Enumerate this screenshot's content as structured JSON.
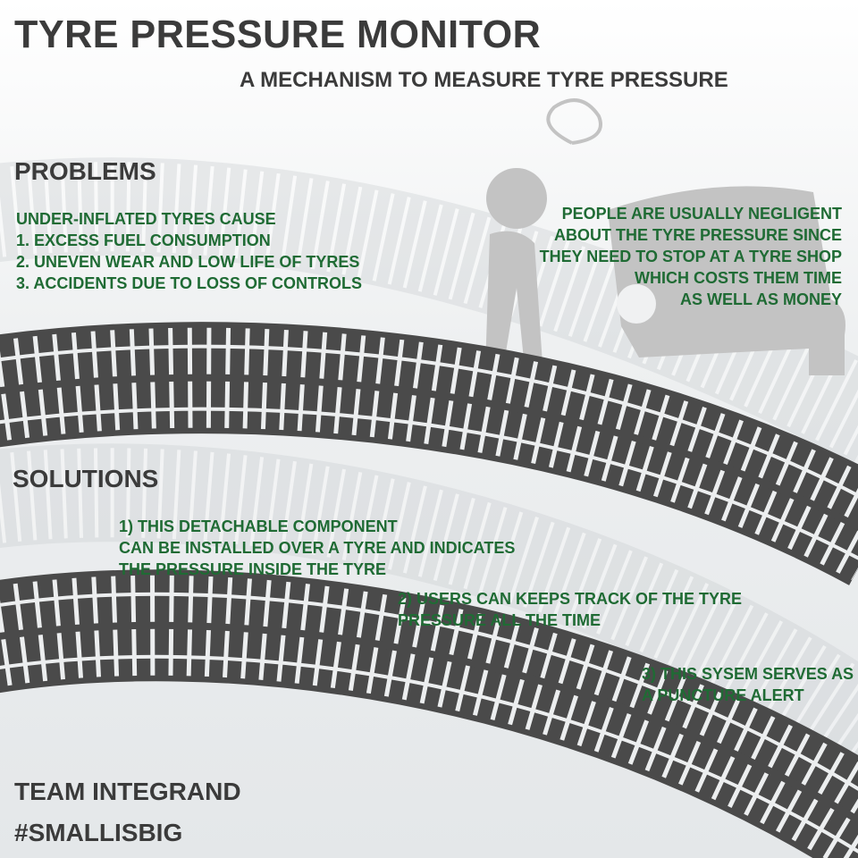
{
  "header": {
    "title": "Tyre Pressure Monitor",
    "subtitle": "A mechanism to measure tyre pressure"
  },
  "problems": {
    "heading": "Problems",
    "lines": [
      "Under-inflated tyres cause",
      "1. Excess fuel consumption",
      "2. Uneven wear and low life of tyres",
      "3. Accidents due to loss of controls"
    ],
    "side_lines": [
      "People are usually negligent",
      "about the tyre pressure since",
      "they need to stop at a tyre shop",
      "which costs them time",
      "as well as money"
    ]
  },
  "solutions": {
    "heading": "Solutions",
    "item1": [
      "1) This detachable component",
      "can be installed over a tyre and indicates",
      "the pressure inside the tyre"
    ],
    "item2": [
      "2) Users can keeps track of the tyre",
      "pressure all the time"
    ],
    "item3": [
      "3) This sysem serves as",
      "a puncture alert"
    ]
  },
  "footer": {
    "team": "Team Integrand",
    "hashtag": "#smallisbig"
  },
  "colors": {
    "accent": "#1f6b34",
    "heading": "#3b3b3b",
    "track": "#4a4a4a"
  }
}
